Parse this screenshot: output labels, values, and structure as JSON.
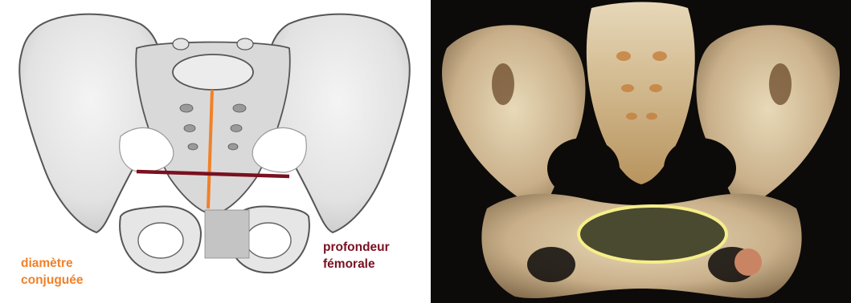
{
  "figure": {
    "labels": {
      "conjugate_diameter": [
        "diamètre",
        "conjuguée"
      ],
      "femoral_depth": [
        "profondeur",
        "fémorale"
      ]
    },
    "colors": {
      "conjugate_line": "#f0812a",
      "femoral_line": "#7a1020",
      "ring_highlight": "#f5ee8a",
      "ring_fill": "#4a4a30"
    },
    "panels": [
      "pelvis-drawing",
      "pelvis-ct-3d-render"
    ]
  }
}
